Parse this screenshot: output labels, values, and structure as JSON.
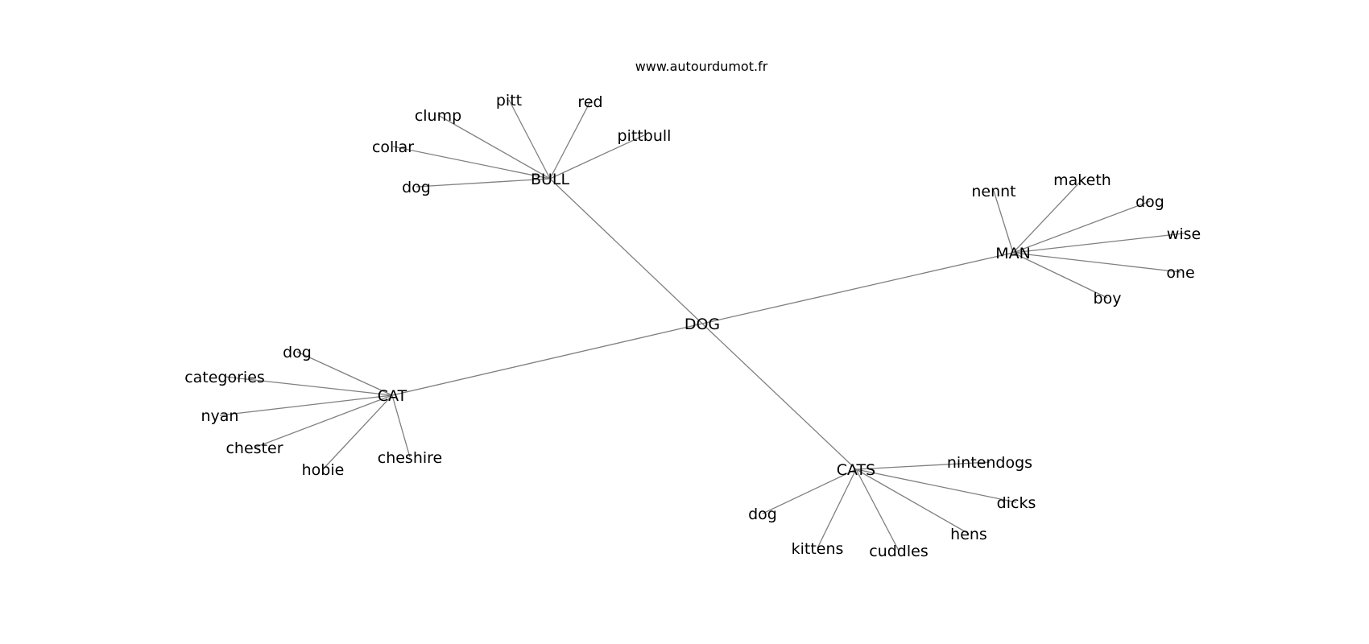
{
  "source": "www.autourdumot.fr",
  "center": "DOG",
  "clusters": [
    {
      "hub": "BULL",
      "leaves": [
        "pitt",
        "red",
        "clump",
        "pittbull",
        "collar",
        "dog"
      ]
    },
    {
      "hub": "MAN",
      "leaves": [
        "nennt",
        "maketh",
        "dog",
        "wise",
        "one",
        "boy"
      ]
    },
    {
      "hub": "CAT",
      "leaves": [
        "dog",
        "categories",
        "nyan",
        "chester",
        "hobie",
        "cheshire"
      ]
    },
    {
      "hub": "CATS",
      "leaves": [
        "nintendogs",
        "dicks",
        "hens",
        "dog",
        "kittens",
        "cuddles"
      ]
    }
  ]
}
